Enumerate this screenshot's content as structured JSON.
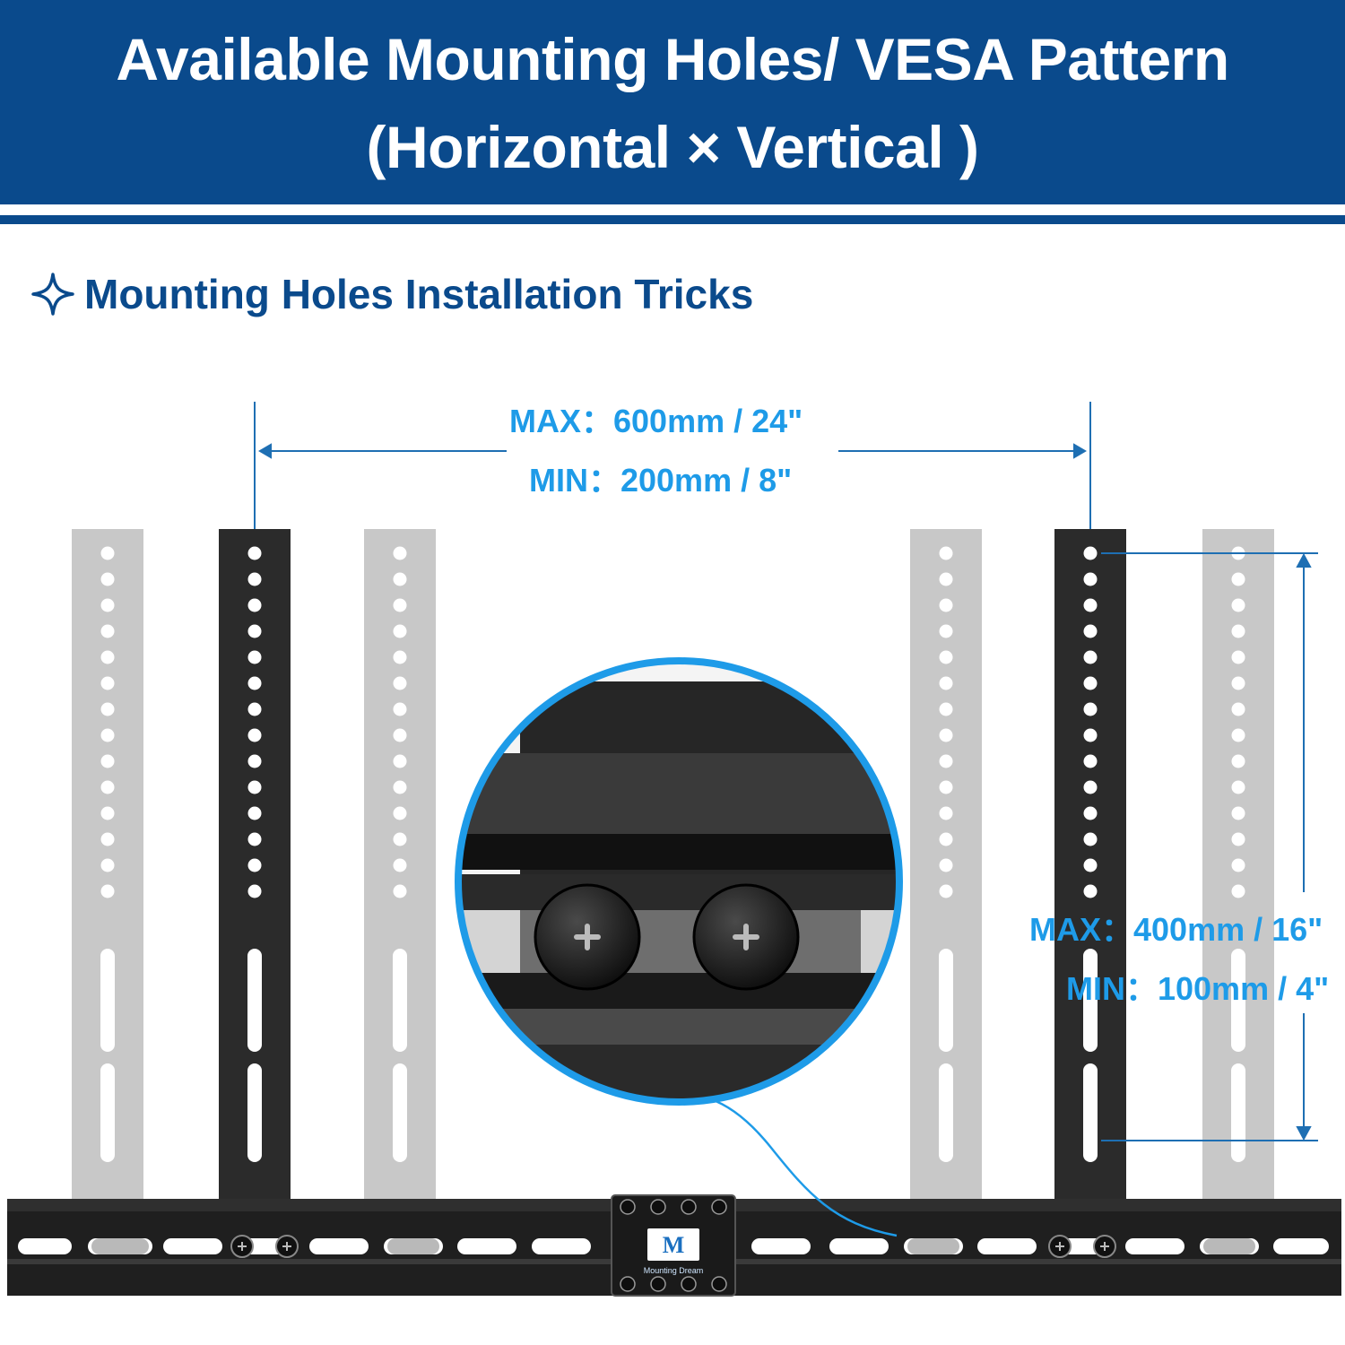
{
  "header": {
    "title_line1": "Available Mounting Holes/ VESA Pattern",
    "title_line2": "(Horizontal × Vertical )"
  },
  "section": {
    "icon": "four-point-star-icon",
    "label": "Mounting Holes Installation Tricks"
  },
  "horizontal_dimension": {
    "max": "MAX：600mm / 24\"",
    "min": "MIN：200mm / 8\""
  },
  "vertical_dimension": {
    "max": "MAX：400mm / 16\"",
    "min": "MIN：100mm / 4\""
  },
  "logo": {
    "text": "Mounting Dream"
  },
  "colors": {
    "header": "#0a4a8c",
    "accent": "#1e9be8",
    "dark_bracket": "#2b2b2b",
    "light_bracket": "#c8c8c8"
  }
}
